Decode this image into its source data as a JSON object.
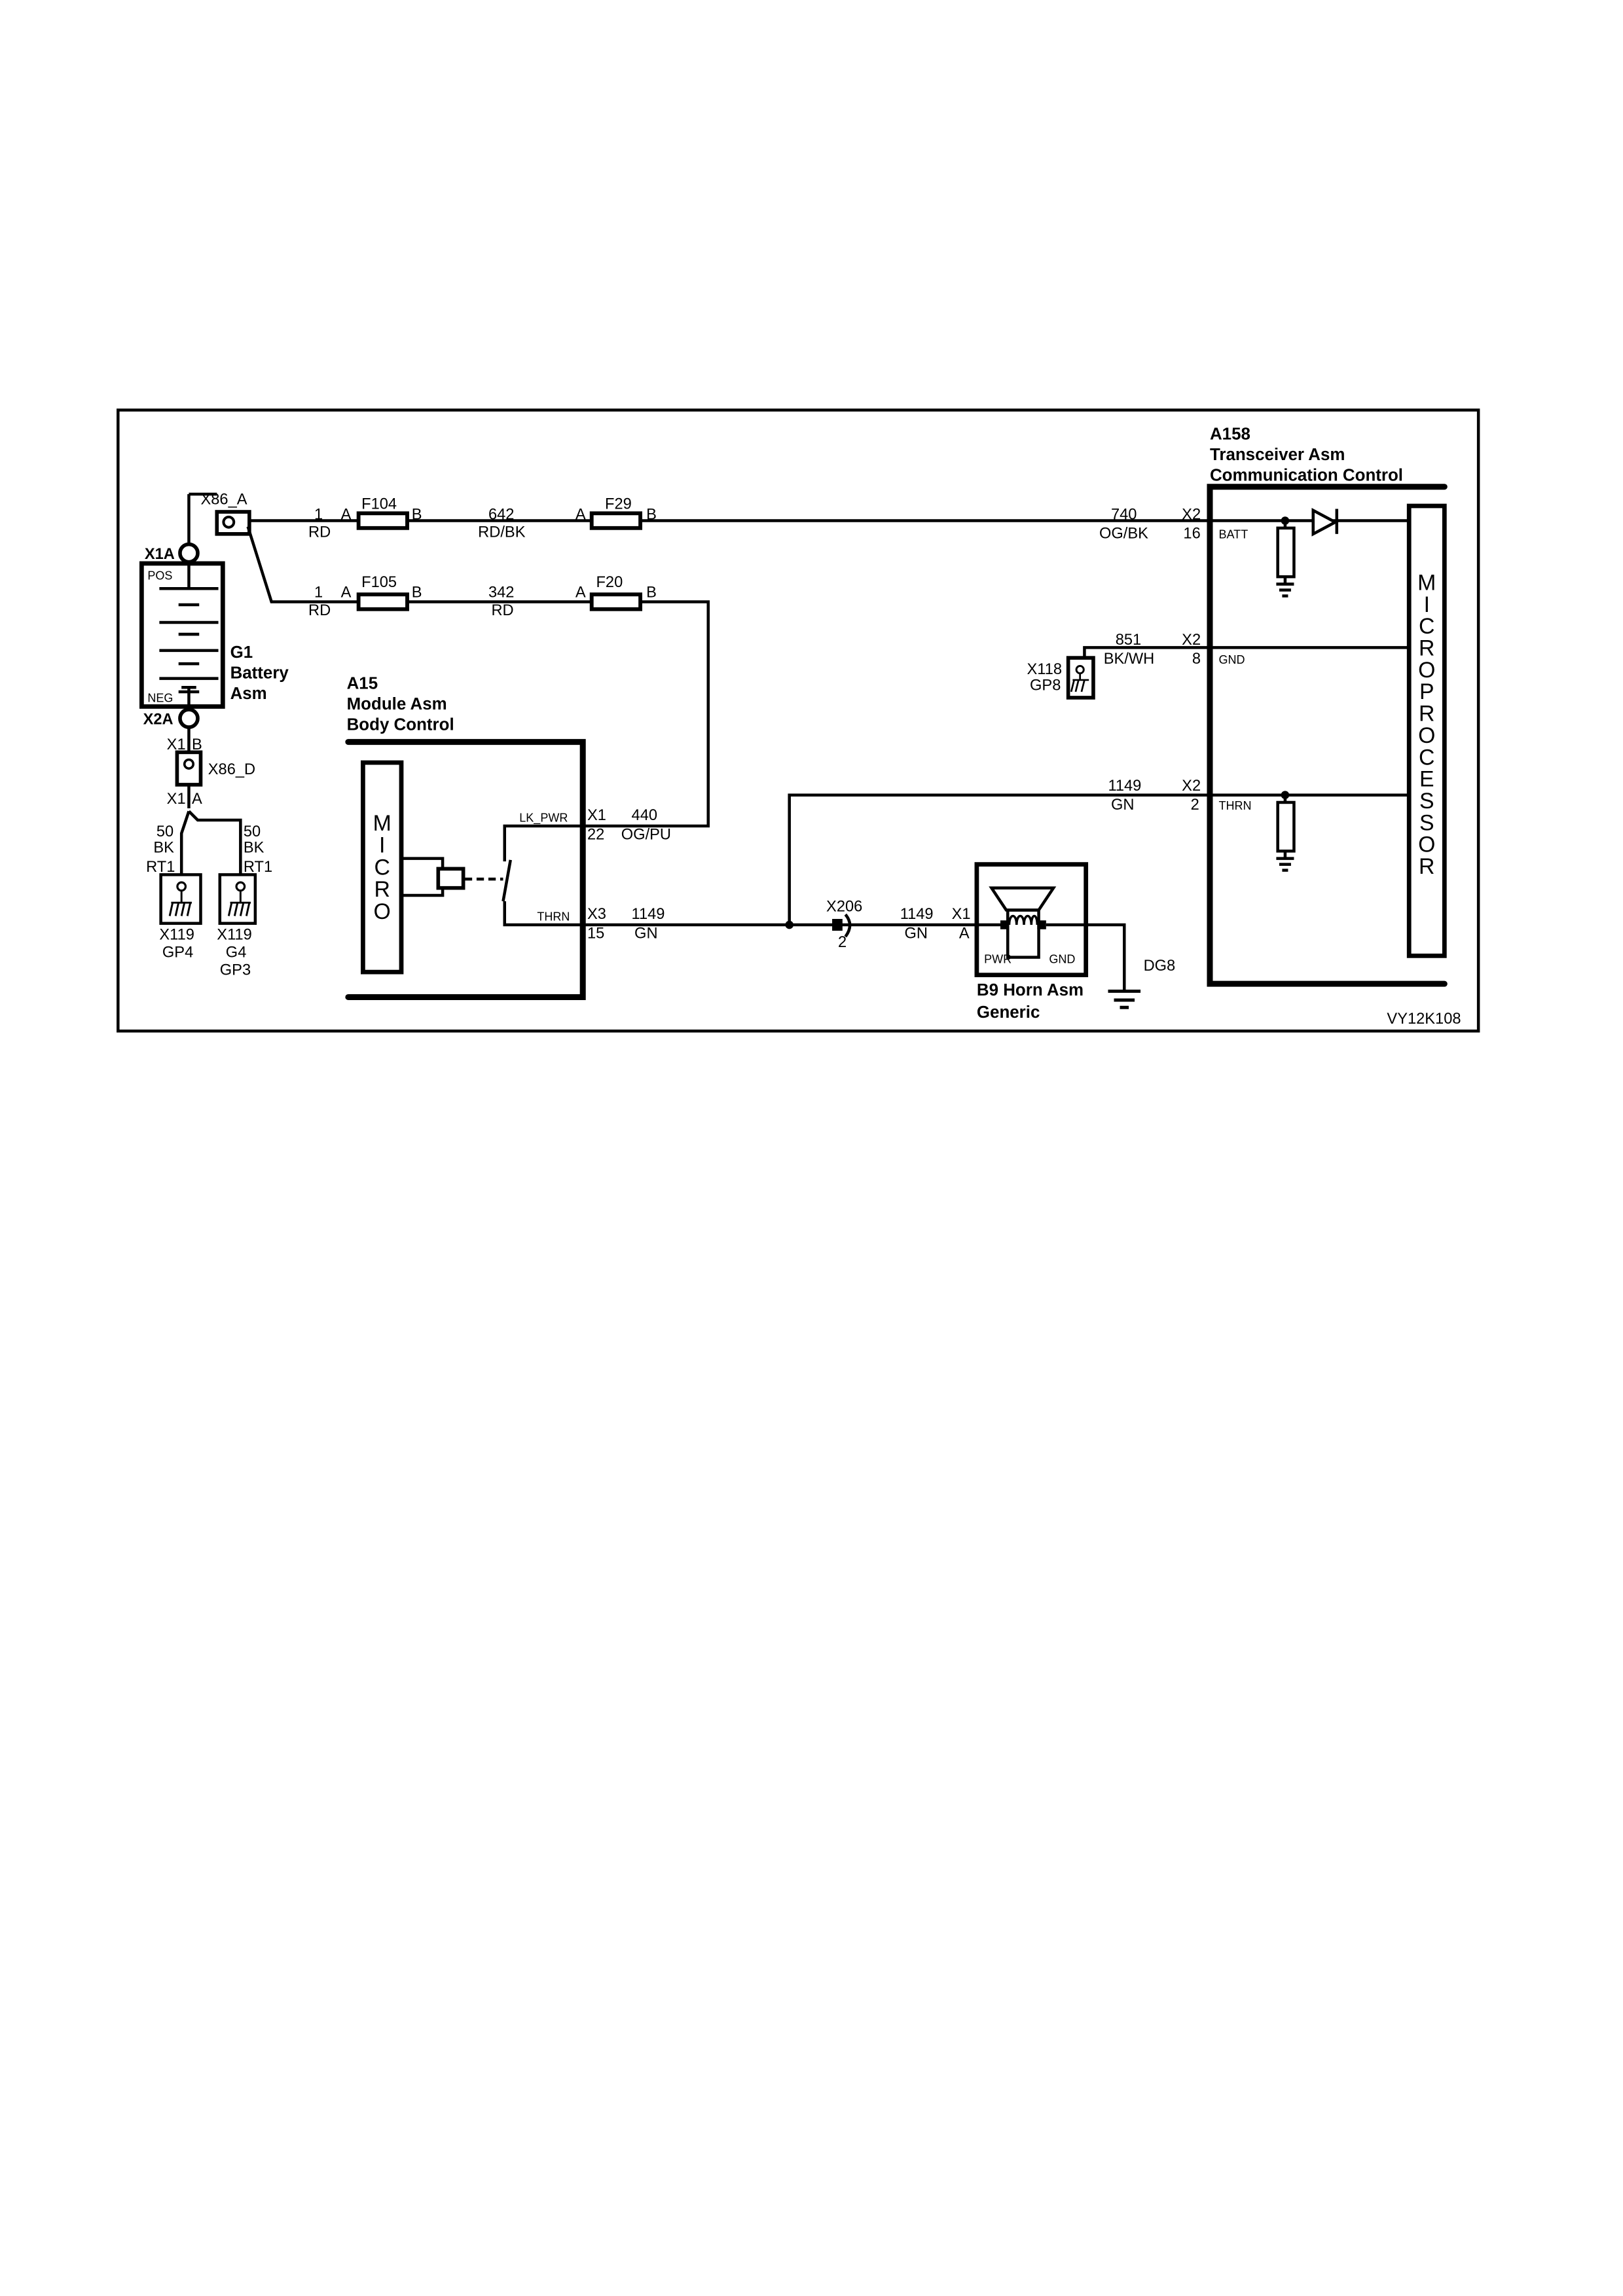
{
  "diagram_id": "VY12K108",
  "battery": {
    "ref": "G1",
    "name": "Battery",
    "name2": "Asm",
    "pos": "POS",
    "neg": "NEG",
    "term_pos": "X1A",
    "term_neg": "X2A"
  },
  "ground_stud_a": {
    "label": "X86_A"
  },
  "ground_stud_d": {
    "label": "X86_D",
    "x1b": "X1",
    "b": "B",
    "x1a": "X1",
    "a": "A"
  },
  "ground_wires": [
    {
      "circuit": "50",
      "color": "BK",
      "term": "RT1",
      "conn": "X119",
      "loc": "GP4",
      "loc2": ""
    },
    {
      "circuit": "50",
      "color": "BK",
      "term": "RT1",
      "conn": "X119",
      "loc": "G4",
      "loc2": "GP3"
    }
  ],
  "upper_circuit": {
    "w1": {
      "circuit": "1",
      "color": "RD"
    },
    "fuse1": {
      "name": "F104",
      "a": "A",
      "b": "B"
    },
    "w2": {
      "circuit": "642",
      "color": "RD/BK"
    },
    "fuse2": {
      "name": "F29",
      "a": "A",
      "b": "B"
    },
    "w3": {
      "circuit": "740",
      "color": "OG/BK",
      "conn": "X2",
      "pin": "16",
      "pin_name": "BATT"
    }
  },
  "lower_circuit": {
    "w1": {
      "circuit": "1",
      "color": "RD"
    },
    "fuse1": {
      "name": "F105",
      "a": "A",
      "b": "B"
    },
    "w2": {
      "circuit": "342",
      "color": "RD"
    },
    "fuse2": {
      "name": "F20",
      "a": "A",
      "b": "B"
    },
    "w3": {
      "circuit": "440",
      "color": "OG/PU",
      "conn": "X1",
      "pin": "22",
      "pin_name": "LK_PWR"
    }
  },
  "gnd_circuit": {
    "circuit": "851",
    "color": "BK/WH",
    "conn": "X2",
    "pin": "8",
    "pin_name": "GND",
    "ground_conn": "X118",
    "ground_loc": "GP8"
  },
  "thrn_circuit": {
    "a15": {
      "circuit": "1149",
      "color": "GN",
      "conn": "X3",
      "pin": "15",
      "pin_name": "THRN"
    },
    "a158": {
      "circuit": "1149",
      "color": "GN",
      "conn": "X2",
      "pin": "2",
      "pin_name": "THRN"
    },
    "splice": {
      "name": "X206",
      "pin": "2"
    },
    "horn": {
      "circuit": "1149",
      "color": "GN",
      "conn": "X1",
      "pin": "A"
    }
  },
  "a15": {
    "ref": "A15",
    "name": "Module Asm",
    "name2": "Body Control",
    "micro": [
      "M",
      "I",
      "C",
      "R",
      "O"
    ]
  },
  "a158": {
    "ref": "A158",
    "name": "Transceiver Asm",
    "name2": "Communication Control",
    "micro": [
      "M",
      "I",
      "C",
      "R",
      "O",
      "P",
      "R",
      "O",
      "C",
      "E",
      "S",
      "S",
      "O",
      "R"
    ]
  },
  "horn": {
    "name": "B9 Horn Asm",
    "name2": "Generic",
    "pwr": "PWR",
    "gnd": "GND",
    "ground": "DG8"
  }
}
